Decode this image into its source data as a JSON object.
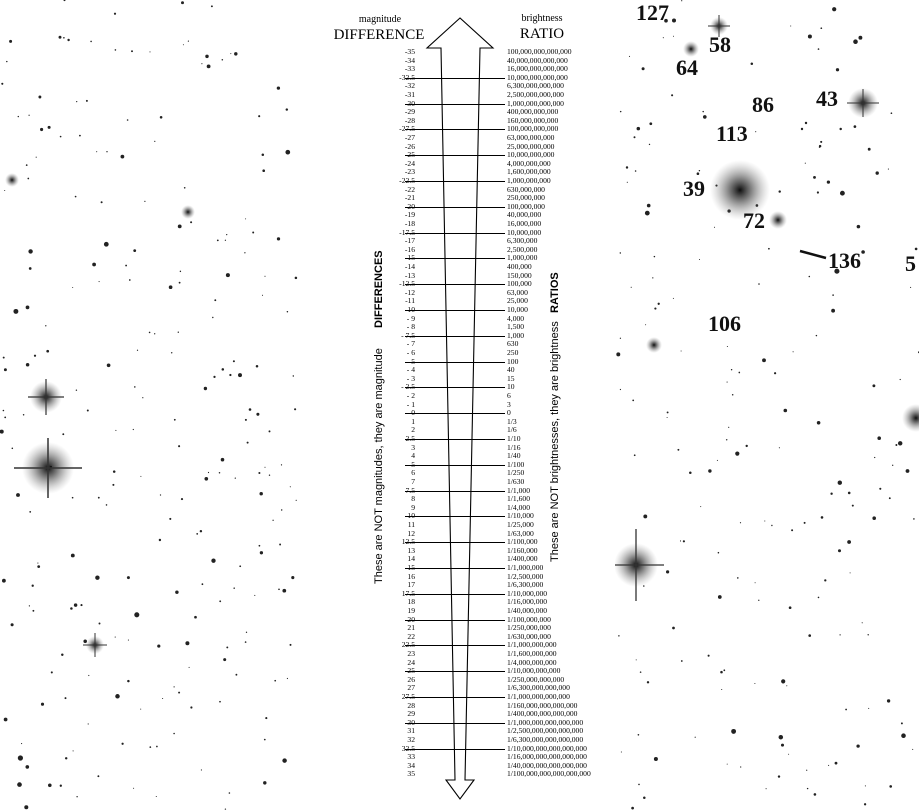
{
  "header": {
    "left_small": "magnitude",
    "left_big": "DIFFERENCE",
    "right_small": "brightness",
    "right_big": "RATIO"
  },
  "side_text": {
    "left_bold": "DIFFERENCES",
    "left_note": "These are NOT magnitudes, they are magnitude",
    "right_bold": "RATIOS",
    "right_note": "These are NOT  brightnesses, they are brightness"
  },
  "scale": [
    {
      "d": "-35",
      "r": "100,000,000,000,000"
    },
    {
      "d": "-34",
      "r": "40,000,000,000,000"
    },
    {
      "d": "-33",
      "r": "16,000,000,000,000"
    },
    {
      "d": "-32.5",
      "r": "10,000,000,000,000",
      "major": true
    },
    {
      "d": "-32",
      "r": "6,300,000,000,000"
    },
    {
      "d": "-31",
      "r": "2,500,000,000,000"
    },
    {
      "d": "-30",
      "r": "1,000,000,000,000",
      "major": true
    },
    {
      "d": "-29",
      "r": "400,000,000,000"
    },
    {
      "d": "-28",
      "r": "160,000,000,000"
    },
    {
      "d": "-27.5",
      "r": "100,000,000,000",
      "major": true
    },
    {
      "d": "-27",
      "r": "63,000,000,000"
    },
    {
      "d": "-26",
      "r": "25,000,000,000"
    },
    {
      "d": "-25",
      "r": "10,000,000,000",
      "major": true
    },
    {
      "d": "-24",
      "r": "4,000,000,000"
    },
    {
      "d": "-23",
      "r": "1,600,000,000"
    },
    {
      "d": "-22.5",
      "r": "1,000,000,000",
      "major": true
    },
    {
      "d": "-22",
      "r": "630,000,000"
    },
    {
      "d": "-21",
      "r": "250,000,000"
    },
    {
      "d": "-20",
      "r": "100,000,000",
      "major": true
    },
    {
      "d": "-19",
      "r": "40,000,000"
    },
    {
      "d": "-18",
      "r": "16,000,000"
    },
    {
      "d": "-17.5",
      "r": "10,000,000",
      "major": true
    },
    {
      "d": "-17",
      "r": "6,300,000"
    },
    {
      "d": "-16",
      "r": "2,500,000"
    },
    {
      "d": "-15",
      "r": "1,000,000",
      "major": true
    },
    {
      "d": "-14",
      "r": "400,000"
    },
    {
      "d": "-13",
      "r": "150,000"
    },
    {
      "d": "-12.5",
      "r": "100,000",
      "major": true
    },
    {
      "d": "-12",
      "r": "63,000"
    },
    {
      "d": "-11",
      "r": "25,000"
    },
    {
      "d": "-10",
      "r": "10,000",
      "major": true
    },
    {
      "d": "- 9",
      "r": "4,000"
    },
    {
      "d": "- 8",
      "r": "1,500"
    },
    {
      "d": "- 7.5",
      "r": "1,000",
      "major": true
    },
    {
      "d": "- 7",
      "r": "630"
    },
    {
      "d": "- 6",
      "r": "250"
    },
    {
      "d": "- 5",
      "r": "100",
      "major": true
    },
    {
      "d": "- 4",
      "r": "40"
    },
    {
      "d": "- 3",
      "r": "15"
    },
    {
      "d": "- 2.5",
      "r": "10",
      "major": true
    },
    {
      "d": "- 2",
      "r": "6"
    },
    {
      "d": "- 1",
      "r": "3"
    },
    {
      "d": "0",
      "r": "0",
      "major": true
    },
    {
      "d": "1",
      "r": "1/3"
    },
    {
      "d": "2",
      "r": "1/6"
    },
    {
      "d": "2.5",
      "r": "1/10",
      "major": true
    },
    {
      "d": "3",
      "r": "1/16"
    },
    {
      "d": "4",
      "r": "1/40"
    },
    {
      "d": "5",
      "r": "1/100",
      "major": true
    },
    {
      "d": "6",
      "r": "1/250"
    },
    {
      "d": "7",
      "r": "1/630"
    },
    {
      "d": "7.5",
      "r": "1/1,000",
      "major": true
    },
    {
      "d": "8",
      "r": "1/1,600"
    },
    {
      "d": "9",
      "r": "1/4,000"
    },
    {
      "d": "10",
      "r": "1/10,000",
      "major": true
    },
    {
      "d": "11",
      "r": "1/25,000"
    },
    {
      "d": "12",
      "r": "1/63,000"
    },
    {
      "d": "12.5",
      "r": "1/100,000",
      "major": true
    },
    {
      "d": "13",
      "r": "1/160,000"
    },
    {
      "d": "14",
      "r": "1/400,000"
    },
    {
      "d": "15",
      "r": "1/1,000,000",
      "major": true
    },
    {
      "d": "16",
      "r": "1/2,500,000"
    },
    {
      "d": "17",
      "r": "1/6,300,000"
    },
    {
      "d": "17.5",
      "r": "1/10,000,000",
      "major": true
    },
    {
      "d": "18",
      "r": "1/16,000,000"
    },
    {
      "d": "19",
      "r": "1/40,000,000"
    },
    {
      "d": "20",
      "r": "1/100,000,000",
      "major": true
    },
    {
      "d": "21",
      "r": "1/250,000,000"
    },
    {
      "d": "22",
      "r": "1/630,000,000"
    },
    {
      "d": "22.5",
      "r": "1/1,000,000,000",
      "major": true
    },
    {
      "d": "23",
      "r": "1/1,600,000,000"
    },
    {
      "d": "24",
      "r": "1/4,000,000,000"
    },
    {
      "d": "25",
      "r": "1/10,000,000,000",
      "major": true
    },
    {
      "d": "26",
      "r": "1/250,000,000,000"
    },
    {
      "d": "27",
      "r": "1/6,300,000,000,000"
    },
    {
      "d": "27.5",
      "r": "1/1,000,000,000,000",
      "major": true
    },
    {
      "d": "28",
      "r": "1/160,000,000,000,000"
    },
    {
      "d": "29",
      "r": "1/400,000,000,000,000"
    },
    {
      "d": "30",
      "r": "1/1,000,000,000,000,000",
      "major": true
    },
    {
      "d": "31",
      "r": "1/2,500,000,000,000,000"
    },
    {
      "d": "32",
      "r": "1/6,300,000,000,000,000"
    },
    {
      "d": "32.5",
      "r": "1/10,000,000,000,000,000",
      "major": true
    },
    {
      "d": "33",
      "r": "1/16,000,000,000,000,000"
    },
    {
      "d": "34",
      "r": "1/40,000,000,000,000,000"
    },
    {
      "d": "35",
      "r": "1/100,000,000,000,000,000"
    }
  ],
  "star_labels": [
    "127",
    "58",
    "64",
    "86",
    "43",
    "113",
    "39",
    "72",
    "136",
    "5",
    "106"
  ]
}
